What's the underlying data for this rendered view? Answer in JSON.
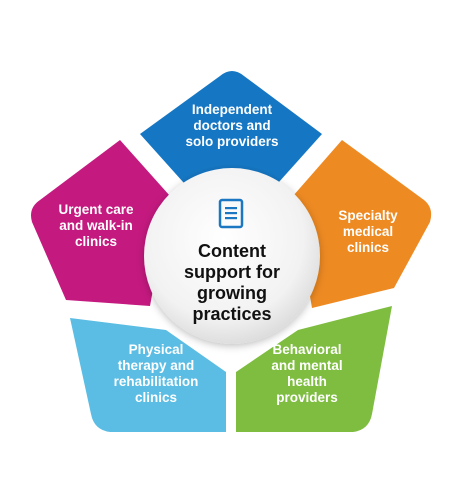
{
  "center": {
    "title": "Content\nsupport for\ngrowing\npractices",
    "icon": "document-icon",
    "icon_color": "#1c77c3"
  },
  "segments": [
    {
      "id": "top",
      "label": "Independent\ndoctors and\nsolo providers",
      "color": "#1577c4"
    },
    {
      "id": "right",
      "label": "Specialty\nmedical\nclinics",
      "color": "#ee8a22"
    },
    {
      "id": "bottom-right",
      "label": "Behavioral\nand mental\nhealth\nproviders",
      "color": "#7ebd3f"
    },
    {
      "id": "bottom-left",
      "label": "Physical\ntherapy and\nrehabilitation\nclinics",
      "color": "#5bbde3"
    },
    {
      "id": "left",
      "label": "Urgent care\nand walk-in\nclinics",
      "color": "#c4197f"
    }
  ]
}
